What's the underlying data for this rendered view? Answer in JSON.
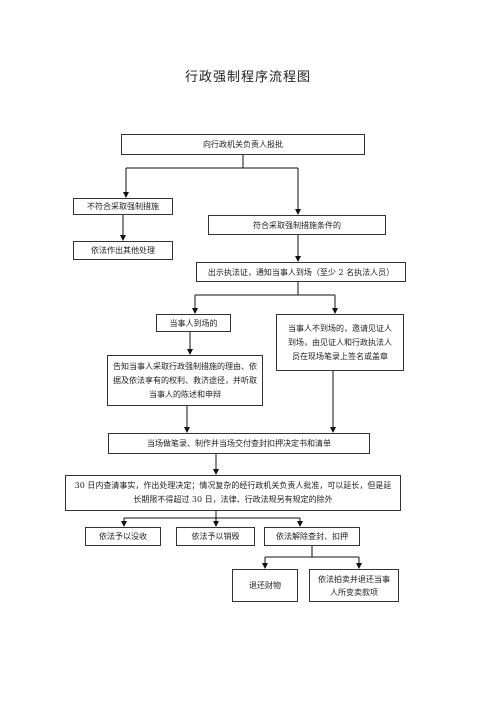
{
  "title": "行政强制程序流程图",
  "nodes": {
    "report": "向行政机关负责人报批",
    "not_meet": "不符合采取强制措施",
    "other": "依法作出其他处理",
    "meet": "符合采取强制措施条件的",
    "show_cert": "出示执法证，通知当事人到场（至少 2 名执法人员）",
    "present": "当事人到场的",
    "absent": "当事人不到场的，邀请见证人到场，由见证人和行政执法人员在现场笔录上签名或盖章",
    "inform": "告知当事人采取行政强制措施的理由、依据及依法享有的权利、救济途径，并听取当事人的陈述和申辩",
    "record": "当场做笔录、制作并当场交付查封扣押决定书和清单",
    "decision": "30 日内查清事实，作出处理决定；情况复杂的经行政机关负责人批准，可以延长，但是延长期限不得超过 30 日，法律、行政法规另有规定的除外",
    "confiscate": "依法予以没收",
    "destroy": "依法予以销毁",
    "release": "依法解除查封、扣押",
    "return": "退还财物",
    "auction": "依法拍卖并退还当事人所变卖款项"
  }
}
